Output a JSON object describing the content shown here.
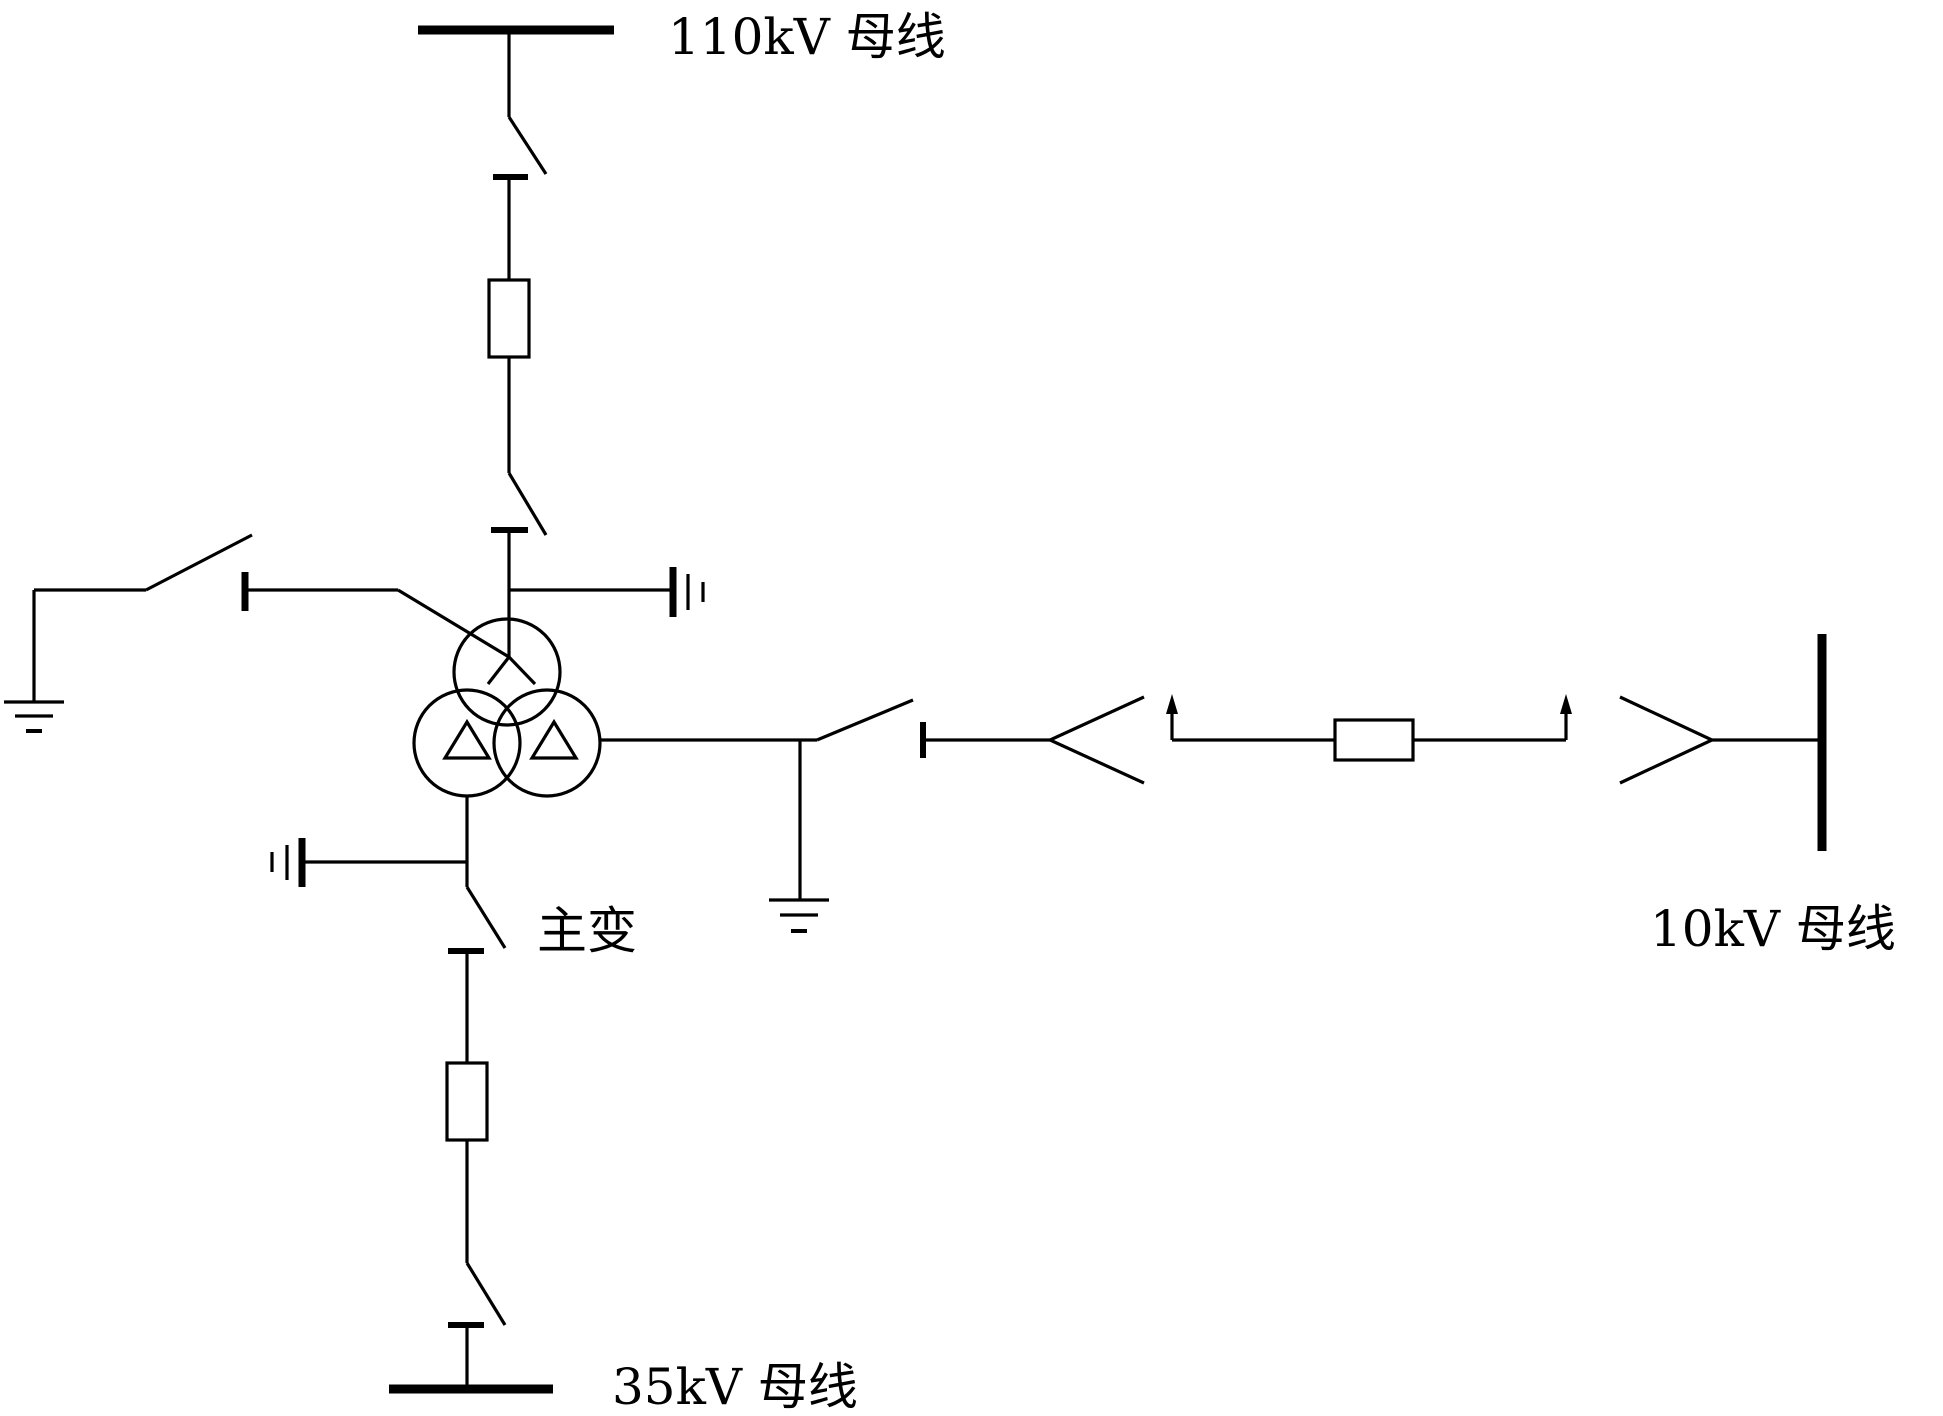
{
  "labels": {
    "bus_110kv": "110kV 母线",
    "bus_35kv": "35kV 母线",
    "bus_10kv": "10kV 母线",
    "main_transformer": "主变"
  }
}
